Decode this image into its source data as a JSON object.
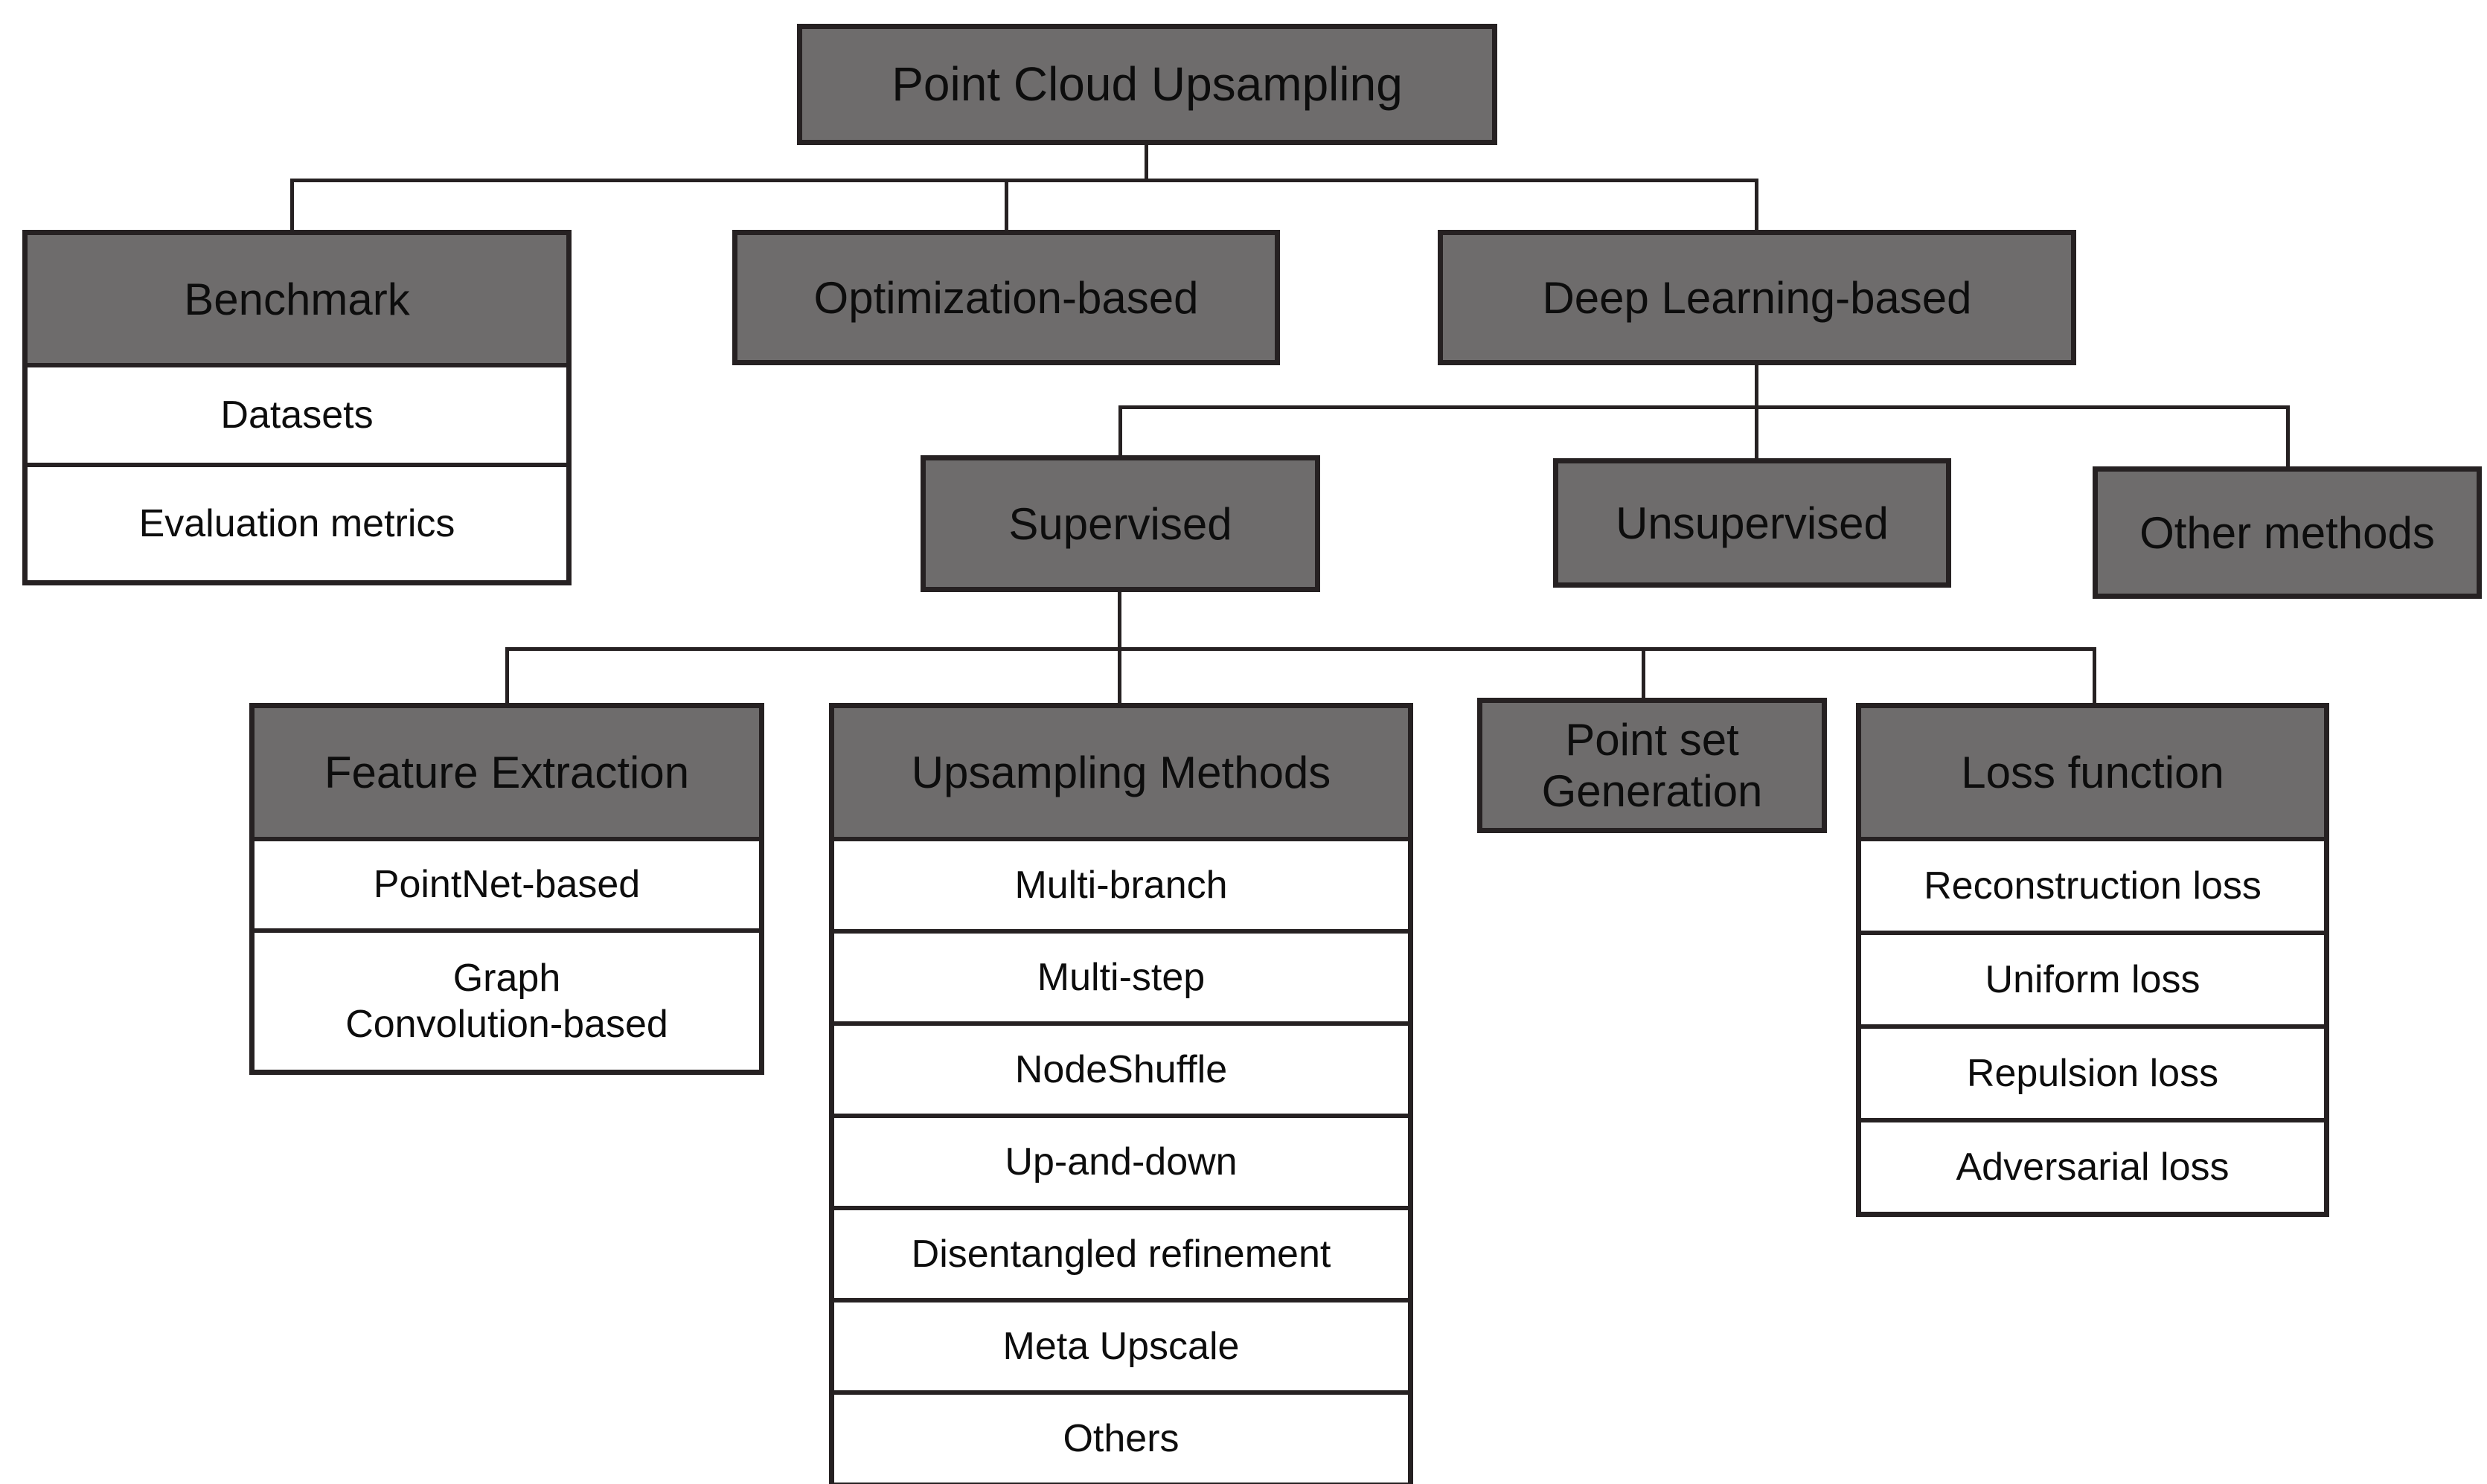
{
  "colors": {
    "box_fill": "#6e6c6c",
    "border": "#262122",
    "background": "#ffffff",
    "text": "#0d0d0d"
  },
  "tree": {
    "root": {
      "label": "Point Cloud Upsampling"
    },
    "benchmark": {
      "label": "Benchmark",
      "items": [
        "Datasets",
        "Evaluation metrics"
      ]
    },
    "optimization": {
      "label": "Optimization-based"
    },
    "deep_learning": {
      "label": "Deep Learning-based"
    },
    "supervised": {
      "label": "Supervised"
    },
    "unsupervised": {
      "label": "Unsupervised"
    },
    "other_methods": {
      "label": "Other methods"
    },
    "feature_extraction": {
      "label": "Feature Extraction",
      "items": [
        "PointNet-based",
        "Graph\nConvolution-based"
      ]
    },
    "upsampling_methods": {
      "label": "Upsampling Methods",
      "items": [
        "Multi-branch",
        "Multi-step",
        "NodeShuffle",
        "Up-and-down",
        "Disentangled refinement",
        "Meta Upscale",
        "Others"
      ]
    },
    "point_set_generation": {
      "label": "Point set\nGeneration"
    },
    "loss_function": {
      "label": "Loss function",
      "items": [
        "Reconstruction loss",
        "Uniform loss",
        "Repulsion loss",
        "Adversarial loss"
      ]
    }
  }
}
